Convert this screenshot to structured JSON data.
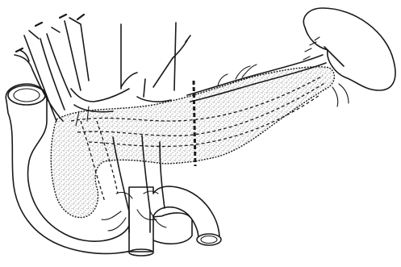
{
  "figure": {
    "colors": {
      "ink": "#1a1a1a",
      "paper": "#ffffff",
      "stipple": "#3a3a3a"
    },
    "structures": [
      "duodenum",
      "pancreas-head",
      "pancreas-body-tail",
      "spleen",
      "aorta-inferior-vena-cava",
      "superior-mesenteric-vessels",
      "celiac-branches",
      "transection-line"
    ]
  }
}
